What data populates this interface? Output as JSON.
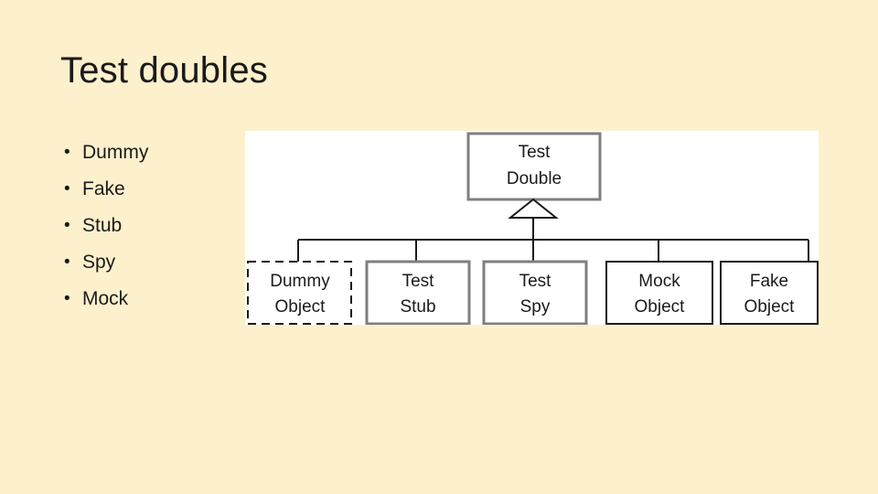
{
  "slide": {
    "title": "Test doubles",
    "background_color": "#fdf0cc",
    "text_color": "#1a1a1a"
  },
  "bullets": [
    {
      "label": "Dummy"
    },
    {
      "label": "Fake"
    },
    {
      "label": "Stub"
    },
    {
      "label": "Spy"
    },
    {
      "label": "Mock"
    }
  ],
  "diagram": {
    "panel_background": "#ffffff",
    "relationship": "generalization",
    "parent": {
      "name": "test-double",
      "line1": "Test",
      "line2": "Double",
      "border_color": "#7f7f7f",
      "border_style": "solid"
    },
    "children": [
      {
        "name": "dummy-object",
        "line1": "Dummy",
        "line2": "Object",
        "border_color": "#1a1a1a",
        "border_style": "dashed"
      },
      {
        "name": "test-stub",
        "line1": "Test",
        "line2": "Stub",
        "border_color": "#7f7f7f",
        "border_style": "solid"
      },
      {
        "name": "test-spy",
        "line1": "Test",
        "line2": "Spy",
        "border_color": "#7f7f7f",
        "border_style": "solid"
      },
      {
        "name": "mock-object",
        "line1": "Mock",
        "line2": "Object",
        "border_color": "#1a1a1a",
        "border_style": "solid"
      },
      {
        "name": "fake-object",
        "line1": "Fake",
        "line2": "Object",
        "border_color": "#1a1a1a",
        "border_style": "solid"
      }
    ],
    "connector_color": "#1a1a1a"
  }
}
